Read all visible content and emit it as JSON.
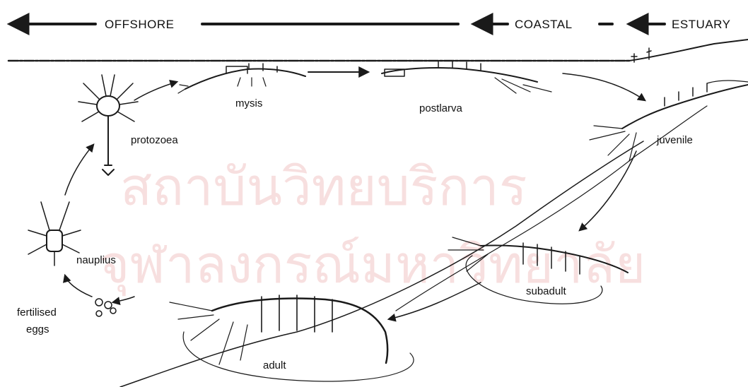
{
  "zones": {
    "offshore": "OFFSHORE",
    "coastal": "COASTAL",
    "estuary": "ESTUARY"
  },
  "stages": {
    "mysis": "mysis",
    "postlarva": "postlarva",
    "protozoea": "protozoea",
    "juvenile": "juvenile",
    "nauplius": "nauplius",
    "subadult": "subadult",
    "eggs_line1": "fertilised",
    "eggs_line2": "eggs",
    "adult": "adult"
  },
  "watermark": {
    "line1": "สถาบันวิทยบริการ",
    "line2": "จุฬาลงกรณ์มหาวิทยาลัย"
  },
  "colors": {
    "ink": "#1a1a1a",
    "watermark": "#e9a5a5"
  }
}
